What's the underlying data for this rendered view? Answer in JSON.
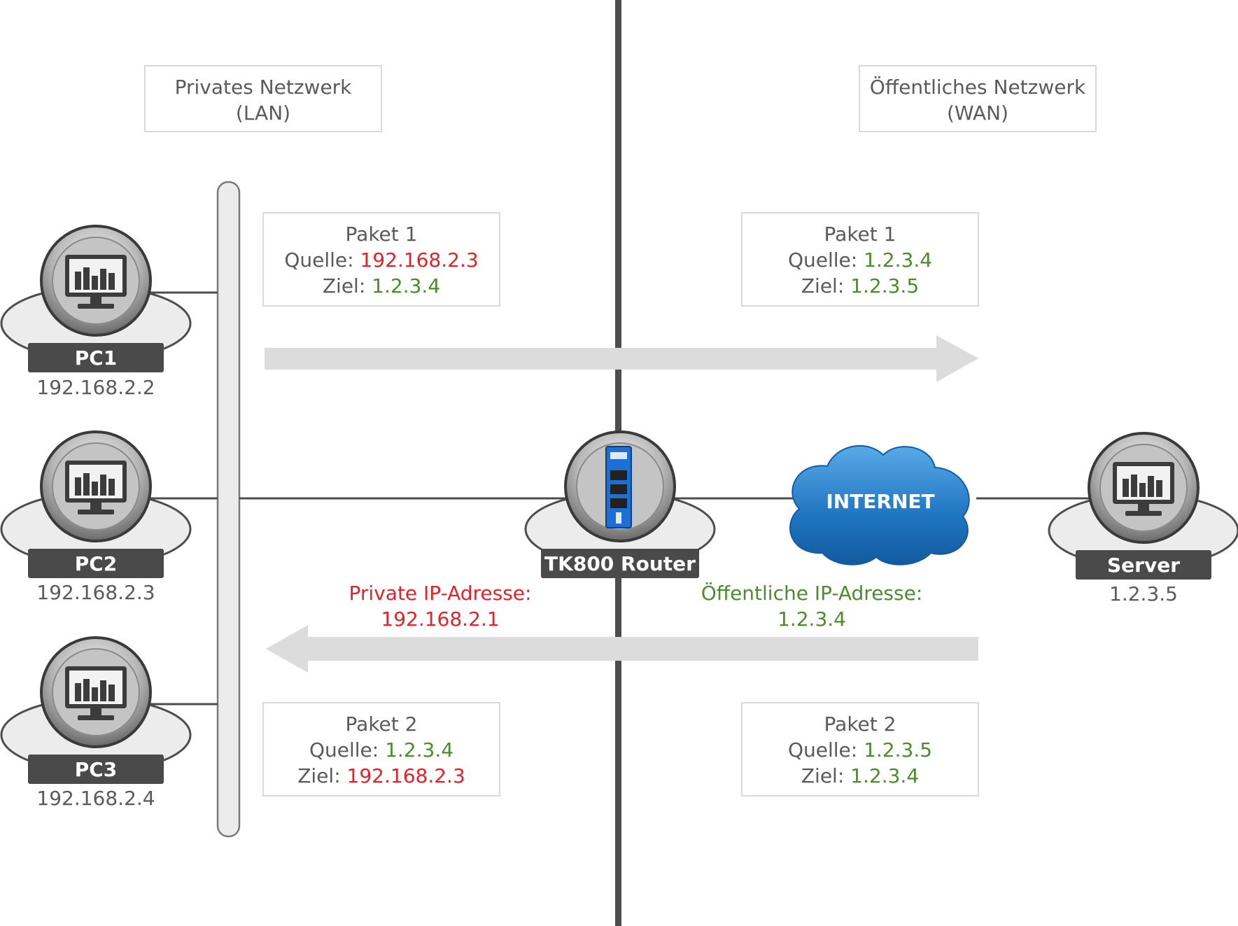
{
  "colors": {
    "text": "#5a5a5a",
    "private": "#e2232a",
    "public": "#4d8b2e",
    "divider": "#4d4d4d",
    "arrow": "#dcdcdc",
    "tag_bg": "#4a4a4a",
    "cloud": "#1f74c0",
    "router_device": "#1e6fd1"
  },
  "zones": {
    "lan": {
      "line1": "Privates Netzwerk",
      "line2": "(LAN)"
    },
    "wan": {
      "line1": "Öffentliches Netzwerk",
      "line2": "(WAN)"
    }
  },
  "devices": {
    "pc1": {
      "name": "PC1",
      "ip": "192.168.2.2",
      "icon": "monitor-icon"
    },
    "pc2": {
      "name": "PC2",
      "ip": "192.168.2.3",
      "icon": "monitor-icon"
    },
    "pc3": {
      "name": "PC3",
      "ip": "192.168.2.4",
      "icon": "monitor-icon"
    },
    "router": {
      "name": "TK800 Router",
      "icon": "router-device-icon"
    },
    "server": {
      "name": "Server",
      "ip": "1.2.3.5",
      "icon": "monitor-icon"
    }
  },
  "cloud": {
    "label": "INTERNET",
    "icon": "cloud-icon"
  },
  "packets": {
    "p1_lan": {
      "title": "Paket 1",
      "src_label": "Quelle:",
      "src": "192.168.2.3",
      "dst_label": "Ziel:",
      "dst": "1.2.3.4"
    },
    "p1_wan": {
      "title": "Paket 1",
      "src_label": "Quelle:",
      "src": "1.2.3.4",
      "dst_label": "Ziel:",
      "dst": "1.2.3.5"
    },
    "p2_lan": {
      "title": "Paket 2",
      "src_label": "Quelle:",
      "src": "1.2.3.4",
      "dst_label": "Ziel:",
      "dst": "192.168.2.3"
    },
    "p2_wan": {
      "title": "Paket 2",
      "src_label": "Quelle:",
      "src": "1.2.3.5",
      "dst_label": "Ziel:",
      "dst": "1.2.3.4"
    }
  },
  "addresses": {
    "private": {
      "label": "Private IP-Adresse:",
      "ip": "192.168.2.1"
    },
    "public": {
      "label": "Öffentliche IP-Adresse:",
      "ip": "1.2.3.4"
    }
  }
}
